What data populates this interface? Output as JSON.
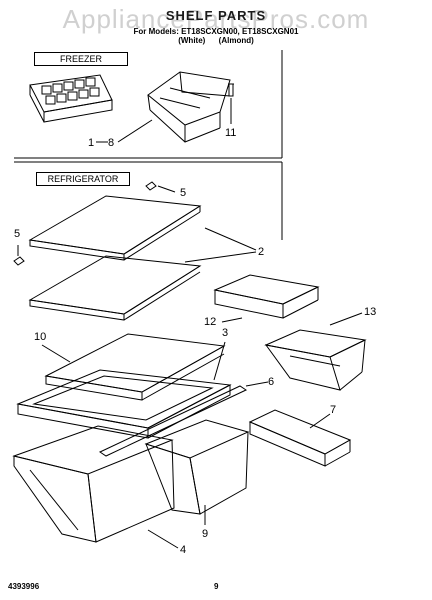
{
  "header": {
    "watermark": "AppliancePartsPros.com",
    "title": "SHELF PARTS",
    "models": "For Models: ET18SCXGN00, ET18SCXGN01",
    "variants_white": "(White)",
    "variants_almond": "(Almond)"
  },
  "sections": {
    "freezer_label": "FREEZER",
    "refrigerator_label": "REFRIGERATOR"
  },
  "callouts": {
    "c1": "1",
    "c8": "8",
    "c11": "11",
    "c5a": "5",
    "c5b": "5",
    "c2": "2",
    "c12": "12",
    "c13": "13",
    "c10": "10",
    "c3": "3",
    "c6": "6",
    "c7": "7",
    "c9": "9",
    "c4": "4"
  },
  "footer": {
    "part_code": "4393996",
    "page_number": "9"
  }
}
